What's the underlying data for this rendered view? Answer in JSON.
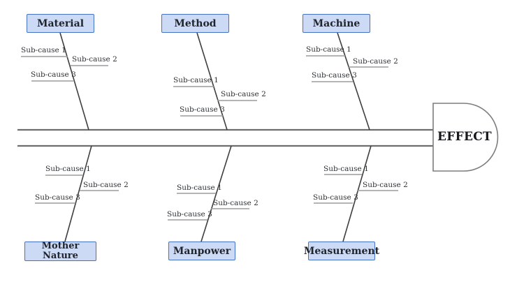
{
  "diagram": {
    "type": "fishbone-cause-and-effect",
    "effect": {
      "label": "EFFECT"
    },
    "categories": [
      {
        "id": "material",
        "label": "Material",
        "side": "top",
        "sub_causes": [
          "Sub-cause 1",
          "Sub-cause 2",
          "Sub-cause 3"
        ]
      },
      {
        "id": "method",
        "label": "Method",
        "side": "top",
        "sub_causes": [
          "Sub-cause 1",
          "Sub-cause 2",
          "Sub-cause 3"
        ]
      },
      {
        "id": "machine",
        "label": "Machine",
        "side": "top",
        "sub_causes": [
          "Sub-cause 1",
          "Sub-cause 2",
          "Sub-cause 3"
        ]
      },
      {
        "id": "mother-nature",
        "label": "Mother Nature",
        "side": "bottom",
        "sub_causes": [
          "Sub-cause 1",
          "Sub-cause 2",
          "Sub-cause 3"
        ]
      },
      {
        "id": "manpower",
        "label": "Manpower",
        "side": "bottom",
        "sub_causes": [
          "Sub-cause 1",
          "Sub-cause 2",
          "Sub-cause 3"
        ]
      },
      {
        "id": "measurement",
        "label": "Measurement",
        "side": "bottom",
        "sub_causes": [
          "Sub-cause 1",
          "Sub-cause 2",
          "Sub-cause 3"
        ]
      }
    ]
  },
  "colors": {
    "box_fill": "#ccdaf6",
    "box_border": "#4472c4",
    "box_text": "#20242b",
    "sub_text": "#2e3134",
    "spine_line": "#6e6e6e",
    "bone_line": "#3f3f3f",
    "underline_line": "#9b9b9b",
    "effect_outline": "#7d7d7d",
    "effect_text": "#16181c"
  }
}
